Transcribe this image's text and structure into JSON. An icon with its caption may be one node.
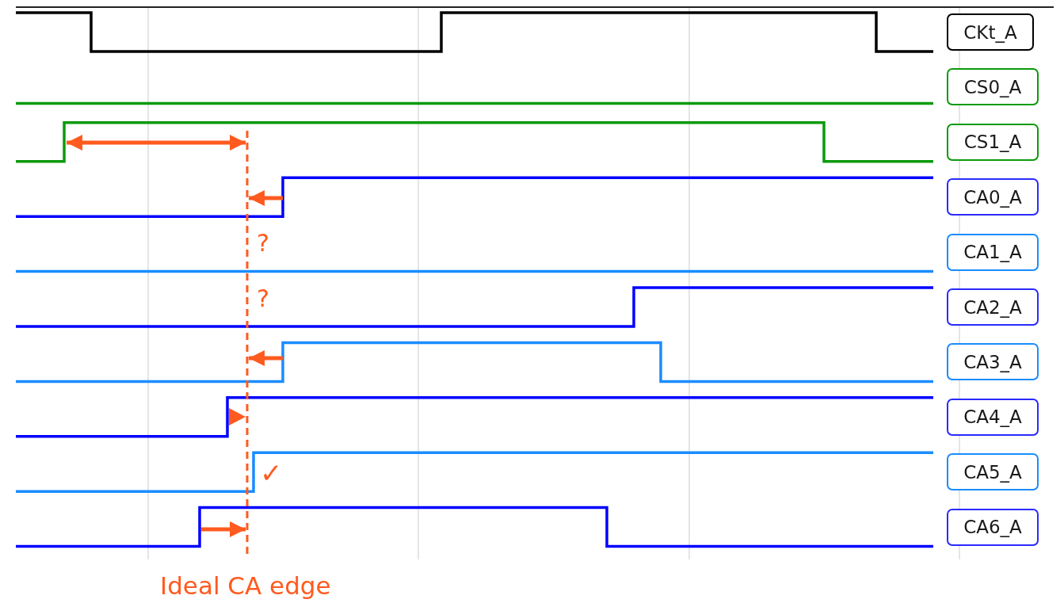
{
  "diagram": {
    "nodes": [
      {
        "text": [
          "CKt_A"
        ]
      },
      {
        "text": [
          "CS0_A"
        ]
      },
      {
        "text": [
          "CS1_A"
        ]
      },
      {
        "text": [
          "CA0_A"
        ]
      },
      {
        "text": [
          "CA1_A"
        ]
      },
      {
        "text": [
          "CA2_A"
        ]
      },
      {
        "text": [
          "CA3_A"
        ]
      },
      {
        "text": [
          "CA4_A"
        ]
      },
      {
        "text": [
          "CA5_A"
        ]
      },
      {
        "text": [
          "CA6_A"
        ]
      }
    ],
    "labels": [
      "?",
      "?",
      "✓",
      "Ideal CA edge"
    ]
  }
}
